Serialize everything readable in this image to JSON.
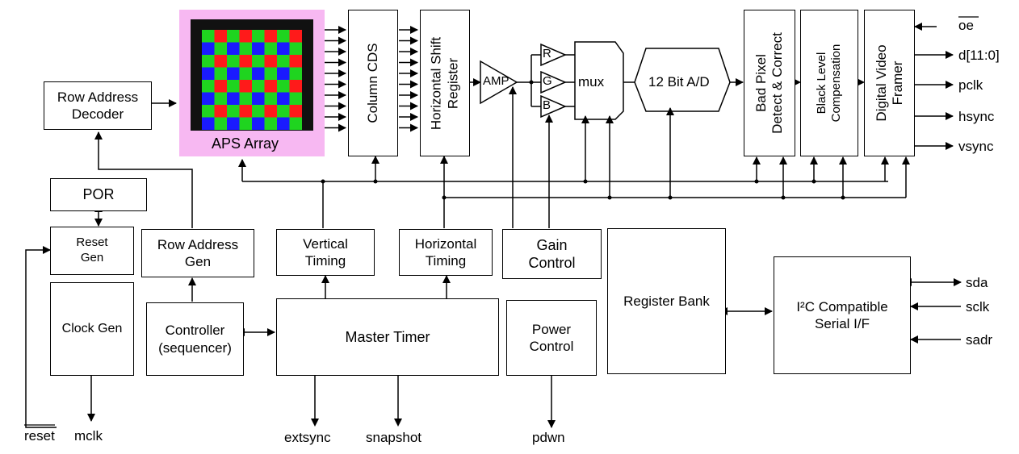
{
  "blocks": {
    "row_address_decoder": "Row Address\nDecoder",
    "aps_array": "APS Array",
    "column_cds": "Column CDS",
    "horizontal_shift_register": "Horizontal Shift\nRegister",
    "amp": "AMP",
    "mux": "mux",
    "adc": "12 Bit A/D",
    "bad_pixel": "Bad Pixel\nDetect & Correct",
    "black_level": "Black Level\nCompensation",
    "digital_video_framer": "Digital Video\nFramer",
    "por": "POR",
    "reset_gen": "Reset\nGen",
    "row_address_gen": "Row Address\nGen",
    "vertical_timing": "Vertical\nTiming",
    "horizontal_timing": "Horizontal\nTiming",
    "gain_control": "Gain\nControl",
    "register_bank": "Register Bank",
    "clock_gen": "Clock Gen",
    "controller": "Controller\n(sequencer)",
    "master_timer": "Master Timer",
    "power_control": "Power\nControl",
    "i2c": "I²C Compatible\nSerial I/F"
  },
  "channels": {
    "r": "R",
    "g": "G",
    "b": "B"
  },
  "signals": {
    "oe": "oe",
    "d": "d[11:0]",
    "pclk": "pclk",
    "hsync": "hsync",
    "vsync": "vsync",
    "sda": "sda",
    "sclk": "sclk",
    "sadr": "sadr",
    "reset": "reset",
    "mclk": "mclk",
    "extsync": "extsync",
    "snapshot": "snapshot",
    "pdwn": "pdwn"
  },
  "colors": {
    "aps_background": "#f7b8f2",
    "pixel_red": "#ff1a1a",
    "pixel_green": "#1fd41f",
    "pixel_blue": "#1a1aff",
    "array_frame": "#111111"
  }
}
